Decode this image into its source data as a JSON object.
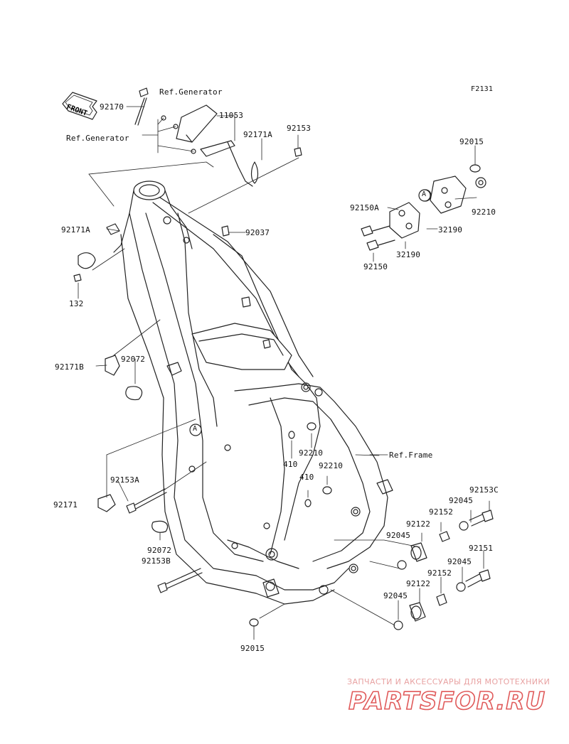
{
  "diagram": {
    "code": "F2131",
    "refs": {
      "generator_top": "Ref.Generator",
      "generator_left": "Ref.Generator",
      "frame": "Ref.Frame",
      "front": "FRONT"
    },
    "callout": "A",
    "parts": {
      "p92170": "92170",
      "p11053": "11053",
      "p92171A_top": "92171A",
      "p92153": "92153",
      "p92171A_left": "92171A",
      "p92037": "92037",
      "p132": "132",
      "p92015_top": "92015",
      "p92150A": "92150A",
      "p92210_right": "92210",
      "p32190_right": "32190",
      "p32190_mid": "32190",
      "p92150": "92150",
      "p92171B": "92171B",
      "p92072_top": "92072",
      "p92210_mid1": "92210",
      "p410_1": "410",
      "p410_2": "410",
      "p92210_mid2": "92210",
      "p92153A": "92153A",
      "p92171": "92171",
      "p92153C": "92153C",
      "p92045_1": "92045",
      "p92152_1": "92152",
      "p92122_1": "92122",
      "p92045_2": "92045",
      "p92151": "92151",
      "p92045_3": "92045",
      "p92152_2": "92152",
      "p92122_2": "92122",
      "p92045_4": "92045",
      "p92072_bot": "92072",
      "p92153B": "92153B",
      "p92015_bot": "92015"
    }
  },
  "watermark": {
    "caption": "ЗАПЧАСТИ И АКСЕССУАРЫ ДЛЯ МОТОТЕХНИКИ",
    "logo": "PARTSFOR.RU",
    "color": "#e05a5a"
  }
}
